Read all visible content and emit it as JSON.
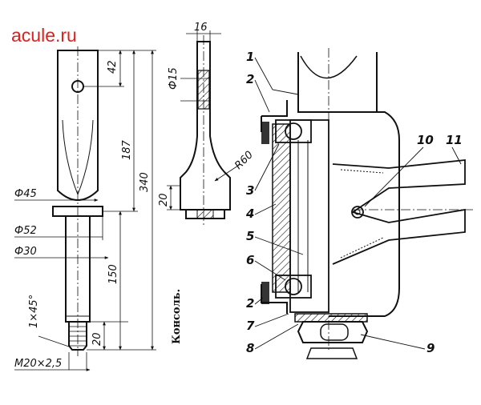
{
  "site_label": "acule.ru",
  "caption": "Консоль.",
  "dimensions": {
    "width_top": "16",
    "dia_hole": "Ф15",
    "hole_offset": "42",
    "radius": "R60",
    "flange_height": "20",
    "len_upper": "187",
    "len_total": "340",
    "dia_45": "Ф45",
    "dia_52": "Ф52",
    "dia_30": "Ф30",
    "len_shaft": "150",
    "chamfer": "1×45°",
    "thread_len": "20",
    "thread": "M20×2,5"
  },
  "part_labels": [
    "1",
    "2",
    "3",
    "4",
    "5",
    "6",
    "2",
    "7",
    "8",
    "9",
    "10",
    "11"
  ],
  "colors": {
    "site_label": "#e0201c",
    "ink": "#111111"
  }
}
